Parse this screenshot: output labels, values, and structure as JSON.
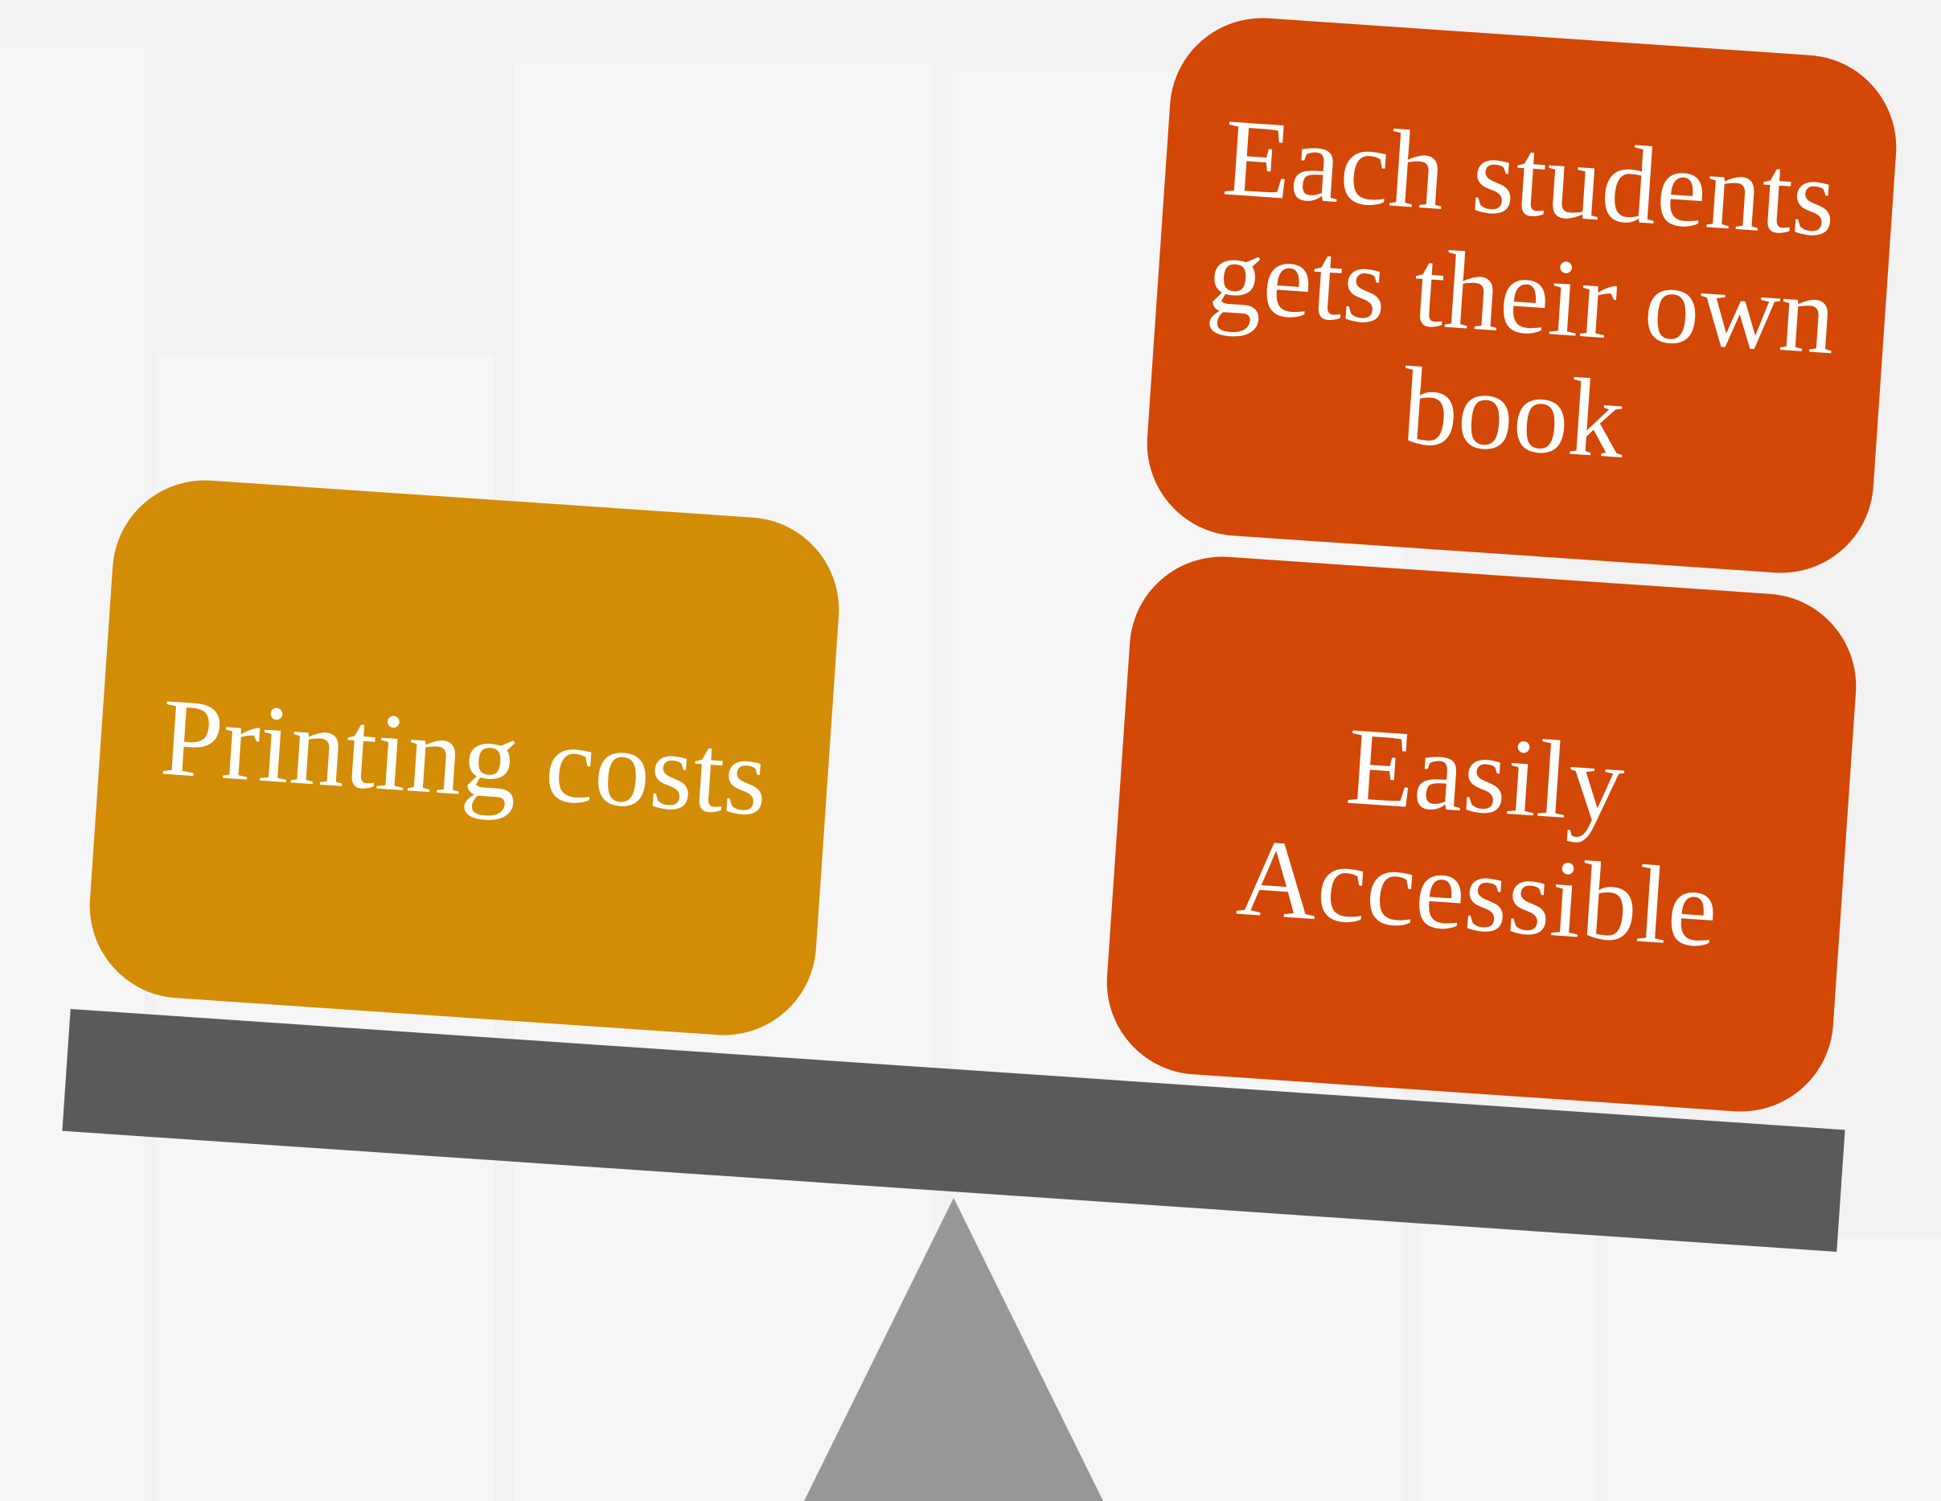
{
  "diagram": {
    "left_items": [
      {
        "label": "Printing costs",
        "color": "#d38c06"
      }
    ],
    "right_items": [
      {
        "label": "Each students gets their own book",
        "color": "#d34707"
      },
      {
        "label": "Easily Accessible",
        "color": "#d34707"
      }
    ],
    "beam_color": "#5a5a5a",
    "fulcrum_color": "#979797"
  }
}
